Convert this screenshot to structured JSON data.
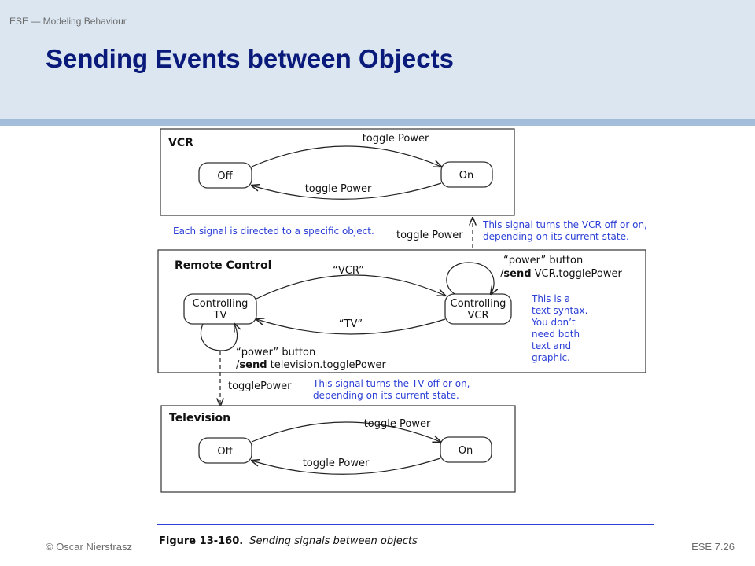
{
  "header": {
    "course": "ESE — Modeling Behaviour",
    "title": "Sending Events between Objects"
  },
  "footer": {
    "author": "© Oscar Nierstrasz",
    "page": "ESE 7.26"
  },
  "diagram": {
    "vcr": {
      "name": "VCR",
      "state_off": "Off",
      "state_on": "On",
      "transition_top": "toggle Power",
      "transition_bottom": "toggle Power"
    },
    "remote": {
      "name": "Remote Control",
      "state_tv": [
        "Controlling",
        "TV"
      ],
      "state_vcr": [
        "Controlling",
        "VCR"
      ],
      "transition_top": "“VCR”",
      "transition_bottom": "“TV”",
      "vcr_self_loop": [
        "“power” button",
        "/",
        "send",
        " VCR.togglePower"
      ],
      "tv_self_loop": [
        "“power” button",
        "/",
        "send",
        " television.togglePower"
      ]
    },
    "television": {
      "name": "Television",
      "state_off": "Off",
      "state_on": "On",
      "transition_top": "toggle Power",
      "transition_bottom": "toggle Power"
    },
    "signal_to_vcr": "toggle Power",
    "signal_to_tv": "togglePower",
    "note_each_signal": "Each signal is directed to a specific object.",
    "note_vcr": [
      "This signal turns the VCR off or on,",
      "depending on its current state."
    ],
    "note_tv": [
      "This signal turns the TV off or on,",
      "depending on its current state."
    ],
    "note_syntax": [
      "This is a",
      "text syntax.",
      "You don’t",
      "need both",
      "text and",
      "graphic."
    ],
    "figure_label": "Figure 13-160.",
    "figure_caption": "Sending signals between objects",
    "colors": {
      "note": "#2b3fd6",
      "line": "#2b3fd6"
    }
  }
}
